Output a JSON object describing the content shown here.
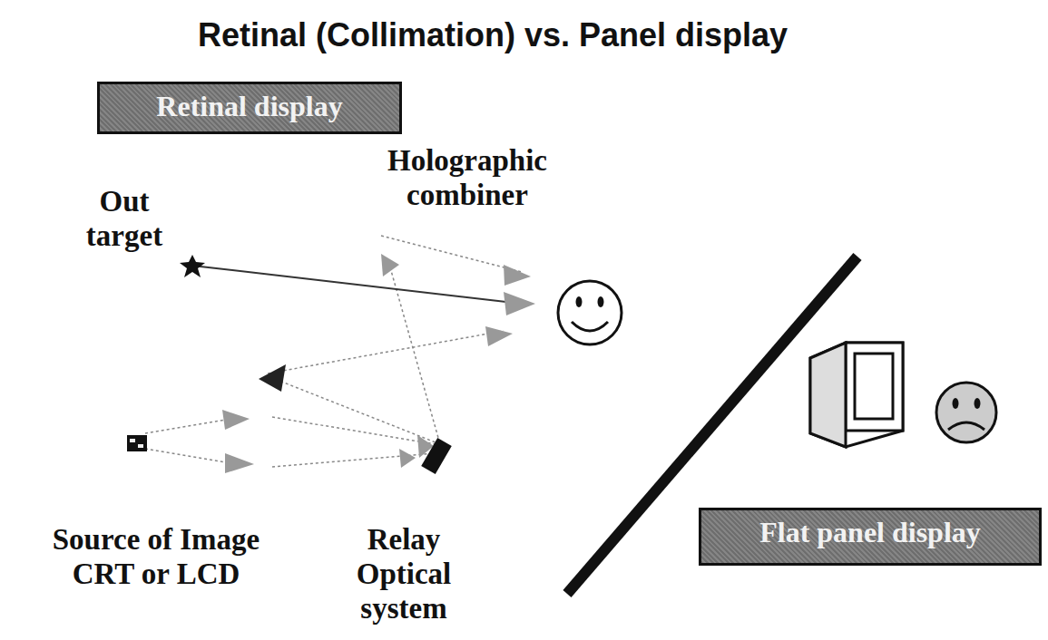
{
  "diagram": {
    "title": "Retinal (Collimation) vs. Panel display",
    "nodes": [
      {
        "text": [
          "Retinal display"
        ]
      },
      {
        "text": [
          "Flat panel display"
        ]
      }
    ],
    "labels": [
      "Holographic combiner",
      "Out target",
      "Source of Image CRT or LCD",
      "Relay Optical system"
    ]
  }
}
